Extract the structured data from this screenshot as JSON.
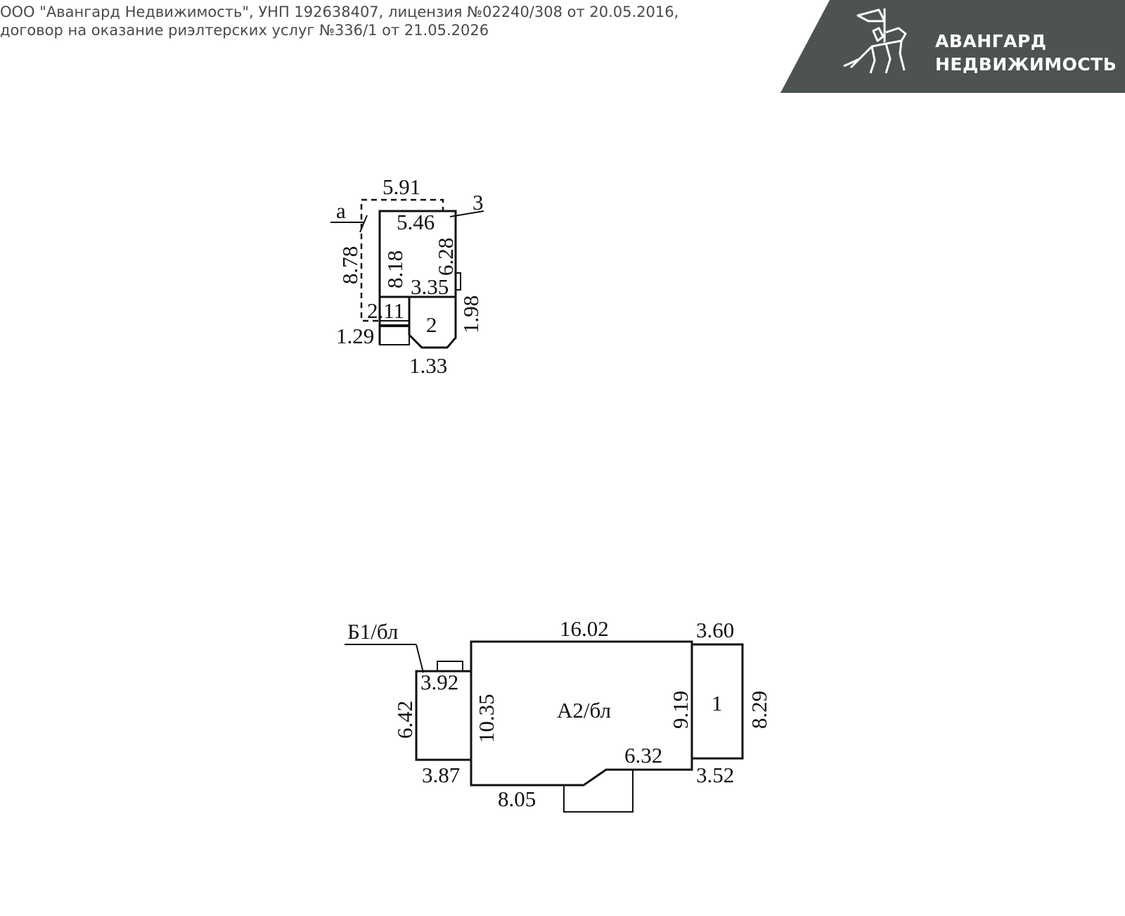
{
  "header": {
    "line1": "ООО \"Авангард Недвижимость\", УНП 192638407, лицензия №02240/308 от 20.05.2016,",
    "line2": "договор на оказание риэлтерских услуг №336/1 от 21.05.2026"
  },
  "logo": {
    "line1": "АВАНГАРД",
    "line2": "НЕДВИЖИМОСТЬ",
    "icon": "knight-on-horse-icon",
    "band_color": "#4d5350"
  },
  "plan_top": {
    "dims": {
      "d591": "5.91",
      "d546": "5.46",
      "d878": "8.78",
      "d818": "8.18",
      "d628": "6.28",
      "d335": "3.35",
      "d198": "1.98",
      "d211": "2.11",
      "d129": "1.29",
      "d133": "1.33"
    },
    "labels": {
      "a": "а",
      "three": "3",
      "two": "2"
    }
  },
  "plan_bottom": {
    "dims": {
      "d1602": "16.02",
      "d360": "3.60",
      "d392": "3.92",
      "d1035": "10.35",
      "d642": "6.42",
      "d919": "9.19",
      "d829": "8.29",
      "d632": "6.32",
      "d387": "3.87",
      "d352": "3.52",
      "d805": "8.05"
    },
    "labels": {
      "b1": "Б1/бл",
      "a2": "А2/бл",
      "one": "1"
    }
  }
}
